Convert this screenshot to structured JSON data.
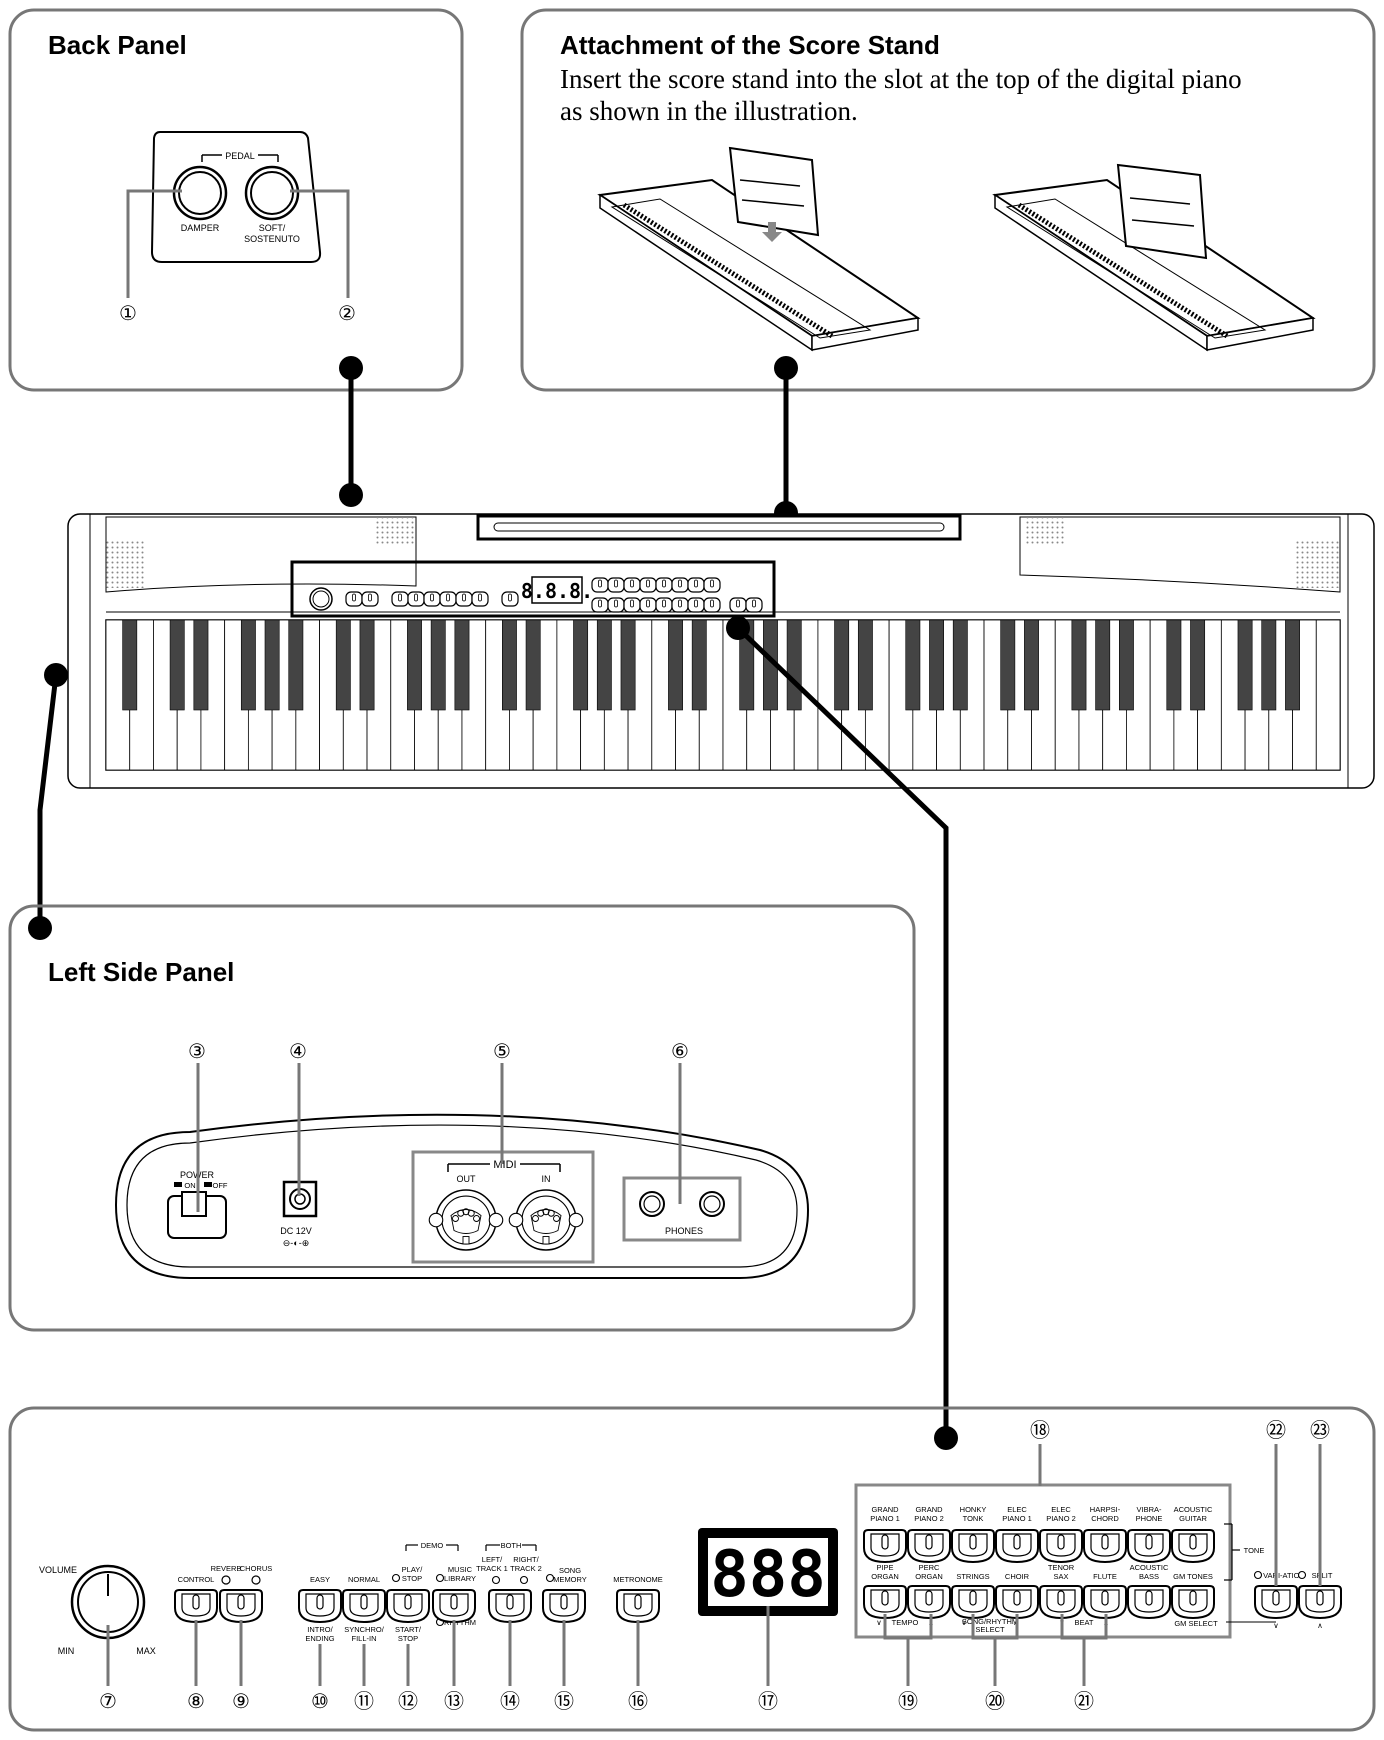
{
  "back_panel": {
    "title": "Back Panel",
    "pedal": "PEDAL",
    "damper": "DAMPER",
    "soft_1": "SOFT/",
    "soft_2": "SOSTENUTO",
    "n1": "①",
    "n2": "②"
  },
  "score_stand": {
    "title": "Attachment of the Score Stand",
    "line1": "Insert the score stand into the slot at the top of the digital piano",
    "line2": "as shown in the illustration."
  },
  "piano_display": "8.8.8.",
  "left_panel": {
    "title": "Left Side Panel",
    "n3": "③",
    "n4": "④",
    "n5": "⑤",
    "n6": "⑥",
    "power": "POWER",
    "on": "ON",
    "off": "OFF",
    "dc_1": "DC 12V",
    "midi": "MIDI",
    "out": "OUT",
    "in": "IN",
    "phones": "PHONES"
  },
  "control_panel": {
    "volume": "VOLUME",
    "min": "MIN",
    "max": "MAX",
    "control": "CONTROL",
    "reverb": "REVERB",
    "chorus": "CHORUS",
    "easy": "EASY",
    "intro_1": "INTRO/",
    "intro_2": "ENDING",
    "normal": "NORMAL",
    "synchro_1": "SYNCHRO/",
    "synchro_2": "FILL-IN",
    "demo": "DEMO",
    "play_1": "PLAY/",
    "play_2": "STOP",
    "start_1": "START/",
    "start_2": "STOP",
    "music_1": "MUSIC",
    "music_2": "LIBRARY",
    "rhythm": "RHYTHM",
    "both": "BOTH",
    "lt_1": "LEFT/",
    "lt_2": "TRACK 1",
    "rt_1": "RIGHT/",
    "rt_2": "TRACK 2",
    "song_1": "SONG",
    "song_2": "MEMORY",
    "metronome": "METRONOME",
    "display": "888",
    "tones_top": [
      [
        "GRAND",
        "PIANO 1"
      ],
      [
        "GRAND",
        "PIANO 2"
      ],
      [
        "HONKY",
        "TONK"
      ],
      [
        "ELEC",
        "PIANO 1"
      ],
      [
        "ELEC",
        "PIANO 2"
      ],
      [
        "HARPSI-",
        "CHORD"
      ],
      [
        "VIBRA-",
        "PHONE"
      ],
      [
        "ACOUSTIC",
        "GUITAR"
      ]
    ],
    "tones_bottom": [
      [
        "PIPE",
        "ORGAN"
      ],
      [
        "PERC",
        "ORGAN"
      ],
      [
        "",
        "STRINGS"
      ],
      [
        "",
        "CHOIR"
      ],
      [
        "TENOR",
        "SAX"
      ],
      [
        "",
        "FLUTE"
      ],
      [
        "ACOUSTIC",
        "BASS"
      ],
      [
        "",
        "GM TONES"
      ]
    ],
    "tone": "TONE",
    "gm_select": "GM SELECT",
    "tempo": "TEMPO",
    "songrhythm_1": "SONG/RHYTHM",
    "songrhythm_2": "SELECT",
    "beat": "BEAT",
    "variation": "VARI-ATION",
    "split": "SPLIT",
    "numbers": {
      "n7": "⑦",
      "n8": "⑧",
      "n9": "⑨",
      "n10": "⑩",
      "n11": "⑪",
      "n12": "⑫",
      "n13": "⑬",
      "n14": "⑭",
      "n15": "⑮",
      "n16": "⑯",
      "n17": "⑰",
      "n18": "⑱",
      "n19": "⑲",
      "n20": "⑳",
      "n21": "㉑",
      "n22": "㉒",
      "n23": "㉓"
    }
  }
}
